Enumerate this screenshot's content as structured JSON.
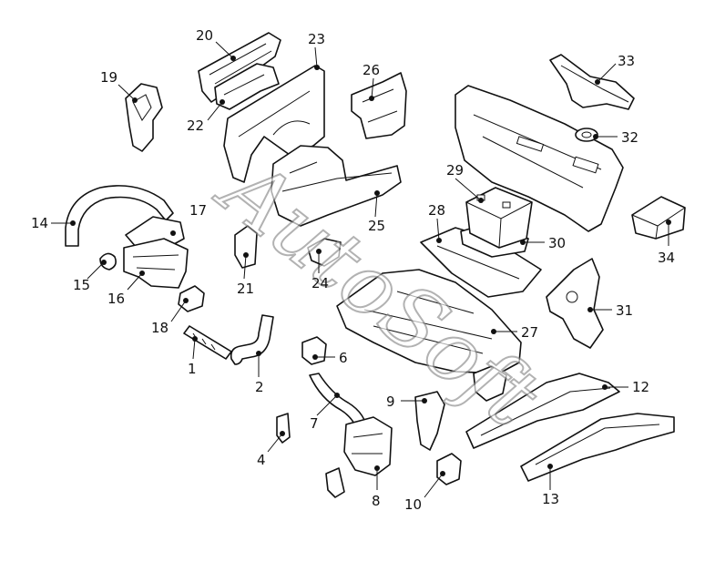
{
  "watermark": "AutoSoft",
  "callouts": {
    "c1": "1",
    "c2": "2",
    "c4": "4",
    "c6": "6",
    "c7": "7",
    "c8": "8",
    "c9": "9",
    "c10": "10",
    "c12": "12",
    "c13": "13",
    "c14": "14",
    "c15": "15",
    "c16": "16",
    "c17": "17",
    "c18": "18",
    "c19": "19",
    "c20": "20",
    "c21": "21",
    "c22": "22",
    "c23": "23",
    "c24": "24",
    "c25": "25",
    "c26": "26",
    "c27": "27",
    "c28": "28",
    "c29": "29",
    "c30": "30",
    "c31": "31",
    "c32": "32",
    "c33": "33",
    "c34": "34"
  }
}
